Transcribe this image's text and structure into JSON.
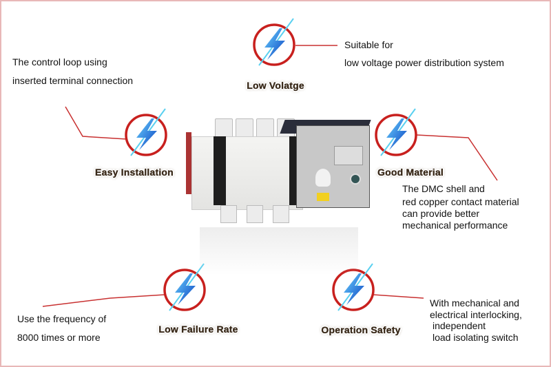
{
  "features": [
    {
      "label": "Low Volatge",
      "lines": [
        "Suitable for",
        "low voltage power distribution system"
      ]
    },
    {
      "label": "Easy Installation",
      "lines": [
        "The control loop using",
        "inserted terminal connection"
      ]
    },
    {
      "label": "Good Material",
      "lines": [
        "The DMC shell and",
        "red copper contact material",
        "can provide better",
        "mechanical performance"
      ]
    },
    {
      "label": "Low Failure Rate",
      "lines": [
        "Use the frequency of",
        "8000 times or more"
      ]
    },
    {
      "label": "Operation Safety",
      "lines": [
        "With mechanical and",
        "electrical interlocking,",
        "independent",
        "load isolating switch"
      ]
    }
  ],
  "colors": {
    "circle": "#c8201e",
    "bolt": "#1a5fd8",
    "line": "#c83030",
    "border": "#e8b8b8"
  },
  "icon": "lightning-bolt-icon"
}
